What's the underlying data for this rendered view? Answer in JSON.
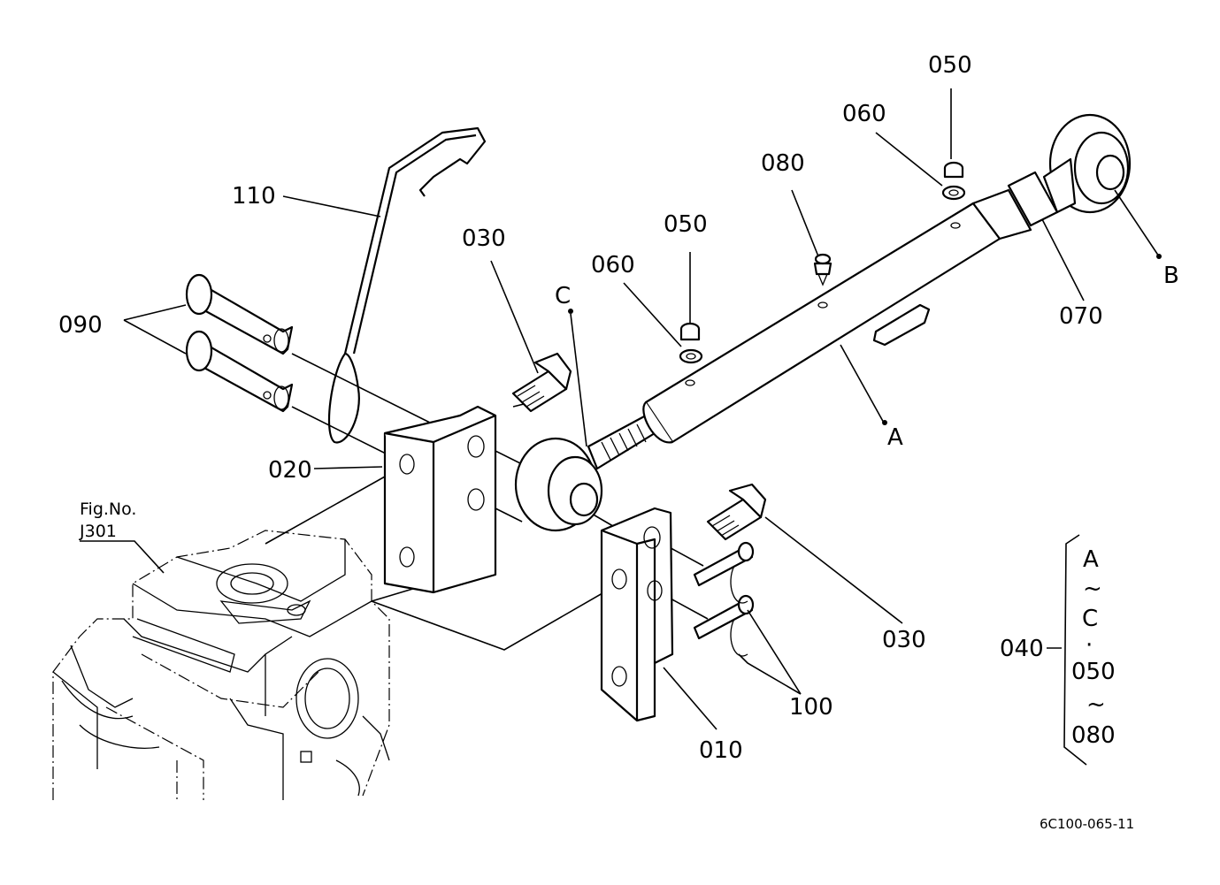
{
  "labels": {
    "p010": "010",
    "p020": "020",
    "p030_top": "030",
    "p030_bottom": "030",
    "p040": "040",
    "p050_top": "050",
    "p050_mid": "050",
    "p060_top": "060",
    "p060_mid": "060",
    "p070": "070",
    "p080": "080",
    "p090": "090",
    "p100": "100",
    "p110": "110"
  },
  "points": {
    "a": "A",
    "b": "B",
    "c": "C"
  },
  "figure_ref": {
    "line1": "Fig.No.",
    "line2": "J301"
  },
  "bracket": {
    "line1": "A",
    "line2": "~",
    "line3": "C",
    "line4": "·",
    "line5": "050",
    "line6": "~",
    "line7": "080"
  },
  "drawing_code": "6C100-065-11"
}
